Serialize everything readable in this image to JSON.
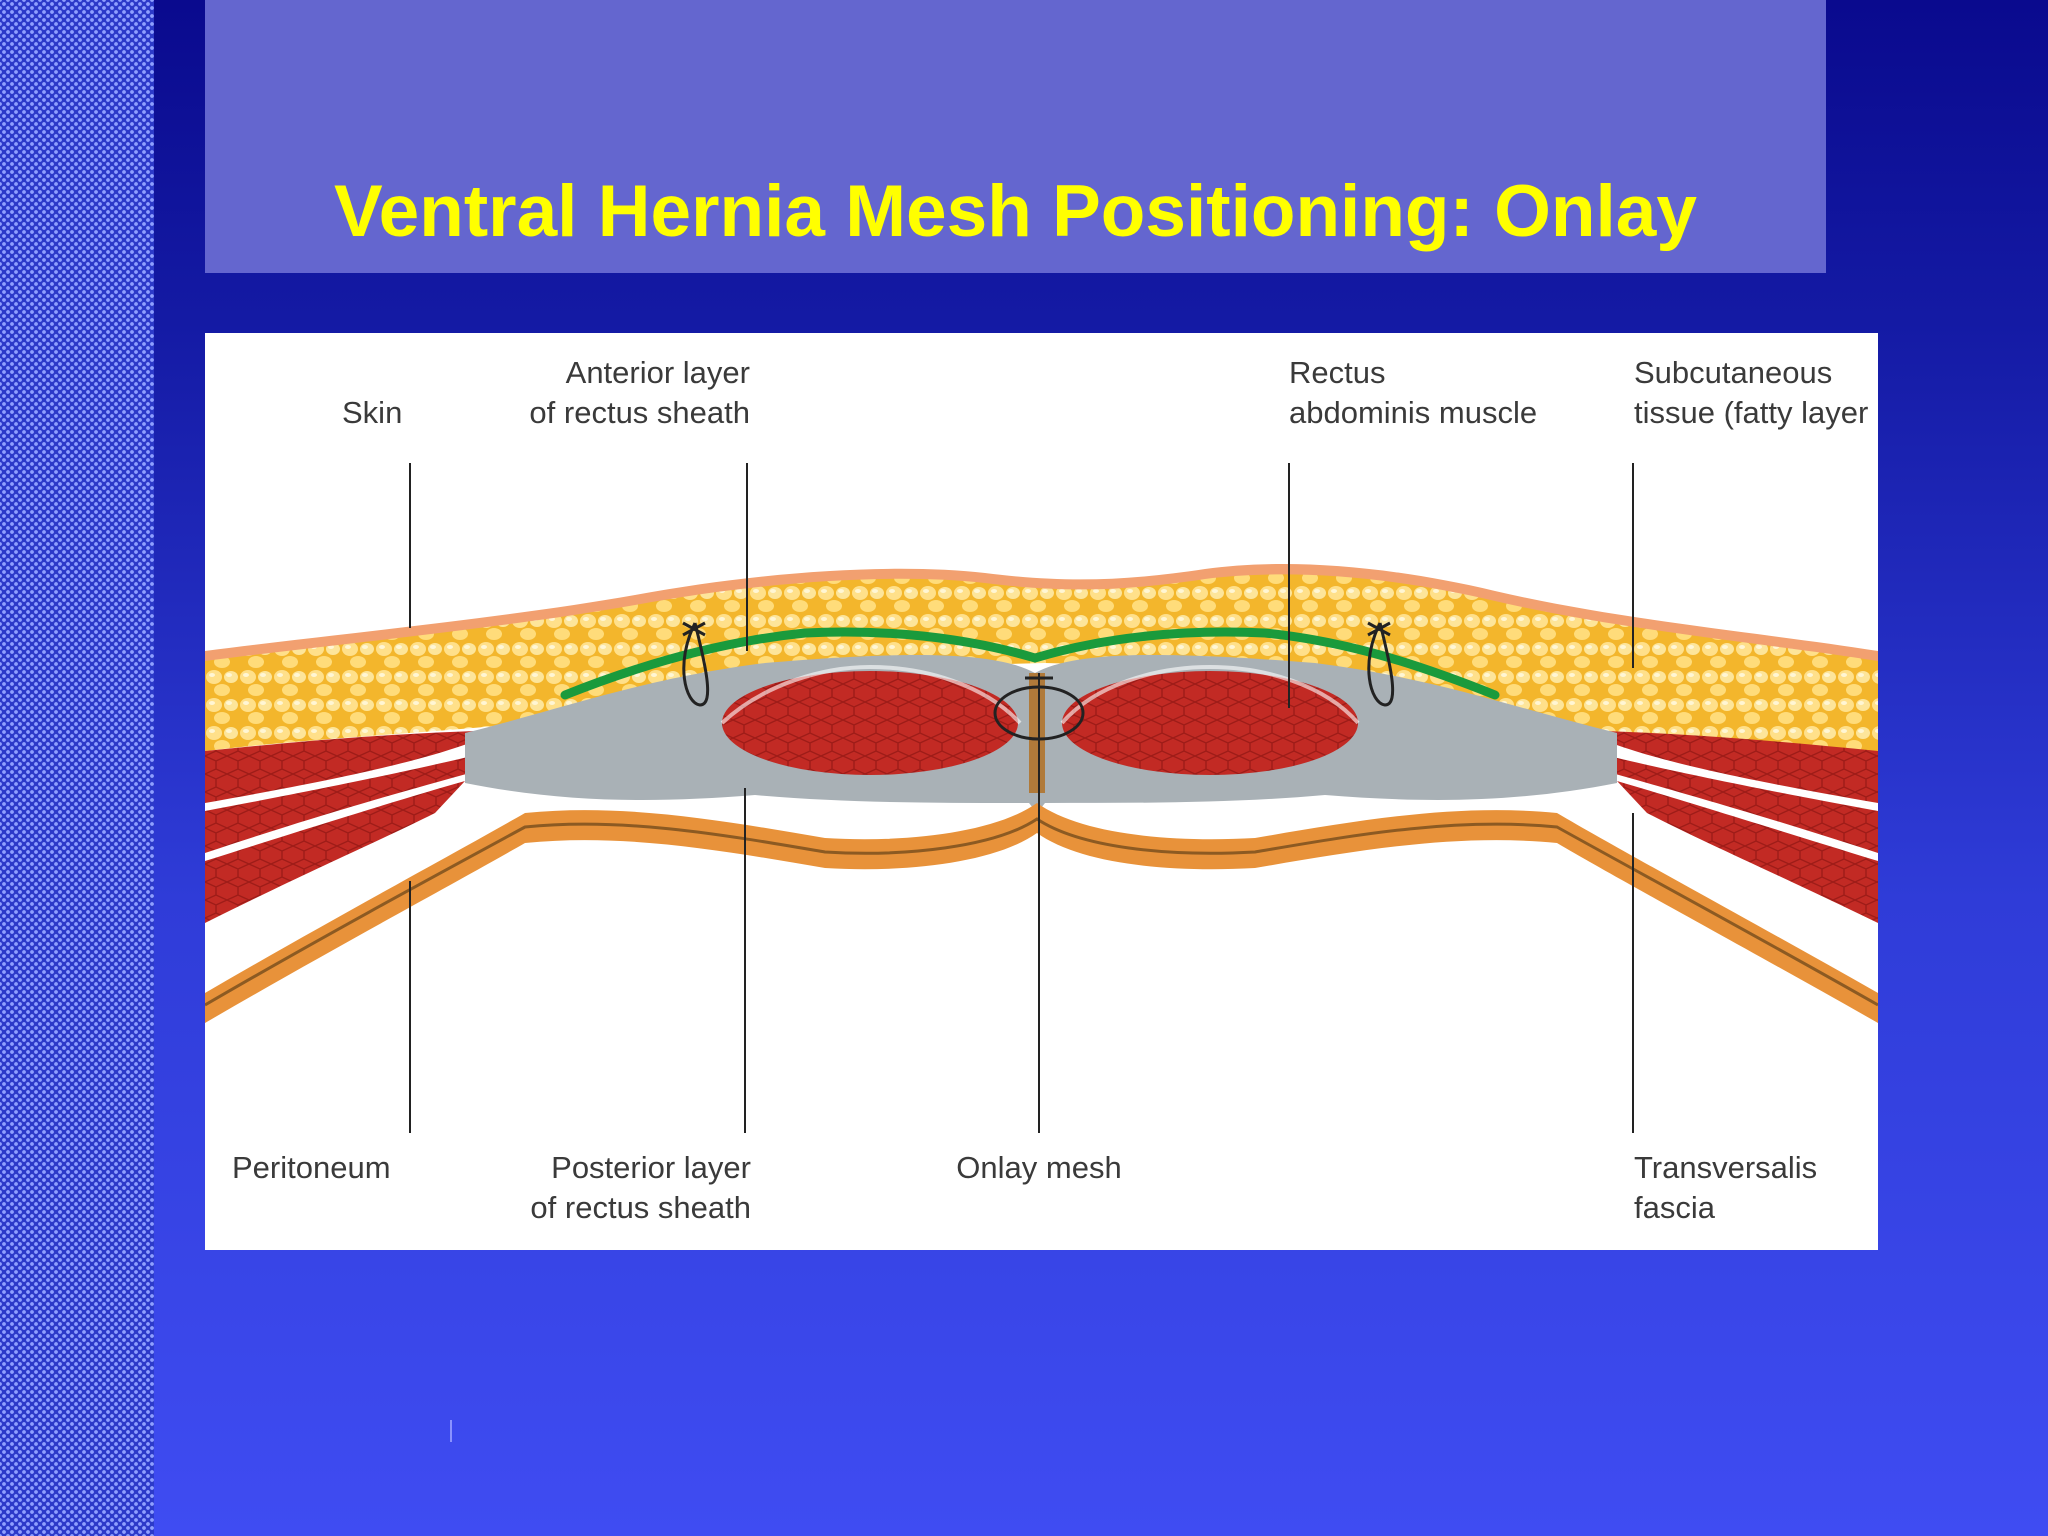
{
  "slide": {
    "title": "Ventral Hernia Mesh Positioning: Onlay"
  },
  "diagram": {
    "labels": {
      "skin": "Skin",
      "anterior_sheath_1": "Anterior layer",
      "anterior_sheath_2": "of rectus sheath",
      "rectus_1": "Rectus",
      "rectus_2": "abdominis muscle",
      "subcutaneous_1": "Subcutaneous",
      "subcutaneous_2": "tissue (fatty layer",
      "peritoneum": "Peritoneum",
      "posterior_sheath_1": "Posterior layer",
      "posterior_sheath_2": "of rectus sheath",
      "onlay_mesh": "Onlay mesh",
      "transversalis_1": "Transversalis",
      "transversalis_2": "fascia"
    },
    "colors": {
      "fat": "#f5c23a",
      "fat_highlight": "#ffe9a0",
      "skin": "#f2a070",
      "muscle": "#c8302a",
      "sheath": "#a9b1b6",
      "peritoneum": "#e8923a",
      "mesh": "#1a9a3c",
      "suture": "#222222"
    }
  }
}
